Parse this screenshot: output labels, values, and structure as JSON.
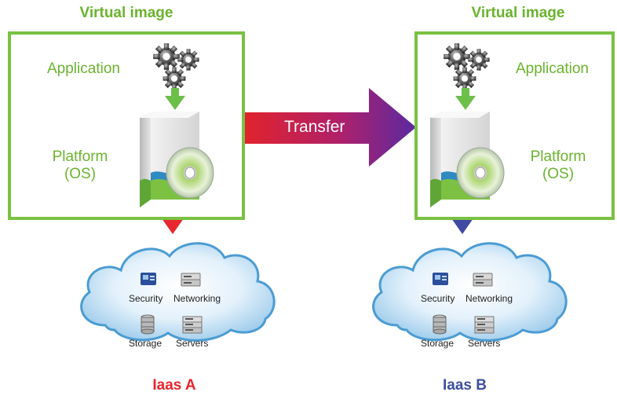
{
  "left": {
    "title": "Virtual image",
    "application": "Application",
    "platform_line1": "Platform",
    "platform_line2": "(OS)",
    "iaas_label": "Iaas A",
    "iaas_color": "#e8262d",
    "connector_color": "#e8262d"
  },
  "right": {
    "title": "Virtual image",
    "application": "Application",
    "platform_line1": "Platform",
    "platform_line2": "(OS)",
    "iaas_label": "Iaas B",
    "iaas_color": "#3d4f9f",
    "connector_color": "#3f4ba3"
  },
  "transfer": {
    "label": "Transfer",
    "gradient_start": "#e0232d",
    "gradient_end": "#5a2aa0"
  },
  "cloud": {
    "security": "Security",
    "networking": "Networking",
    "storage": "Storage",
    "servers": "Servers"
  },
  "colors": {
    "box_border": "#7ac143",
    "text_green": "#6ab32e",
    "down_arrow": "#6cc04a"
  }
}
